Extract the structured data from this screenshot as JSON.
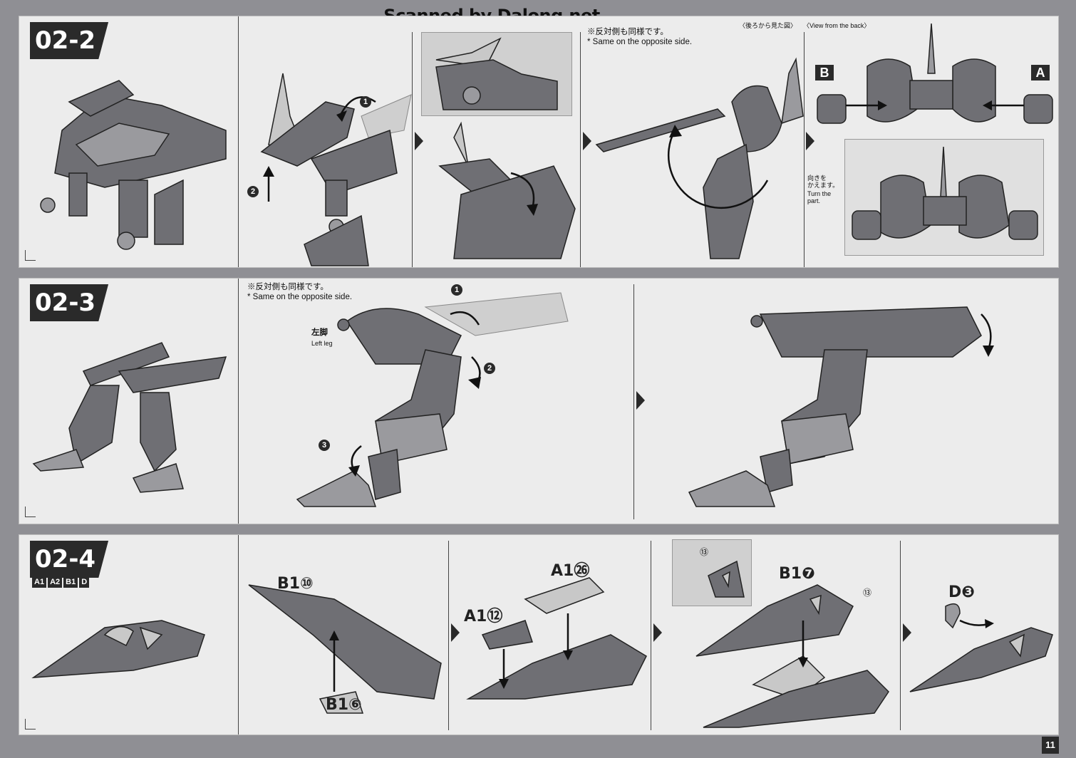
{
  "watermark": "Scanned by Dalong.net",
  "steps": {
    "s1": {
      "id": "02-2",
      "note_ja": "※反対側も同様です。",
      "note_en": "* Same on the opposite side.",
      "view_ja": "〈後ろから見た図〉",
      "view_en": "〈View from the back〉",
      "label_b": "B",
      "label_a": "A",
      "turn_ja1": "向きを",
      "turn_ja2": "かえます。",
      "turn_en1": "Turn the",
      "turn_en2": "part.",
      "num1": "1",
      "num2": "2"
    },
    "s2": {
      "id": "02-3",
      "note_ja": "※反対側も同様です。",
      "note_en": "* Same on the opposite side.",
      "leg_ja": "左脚",
      "leg_en": "Left leg",
      "num1": "1",
      "num2": "2",
      "num3": "3"
    },
    "s3": {
      "id": "02-4",
      "chips": [
        "A1",
        "A2",
        "B1",
        "D"
      ],
      "b1_10": "B1⑩",
      "b1_6": "B1⑥",
      "a1_12": "A1⑫",
      "a1_26": "A1㉖",
      "b1_7": "B1❼",
      "d3": "D❸",
      "sticker1": "⑬",
      "sticker2": "⑬"
    }
  },
  "page_number": "11",
  "colors": {
    "panel": "#ececec",
    "background": "#8f8f94",
    "ink": "#2a2a2a"
  }
}
